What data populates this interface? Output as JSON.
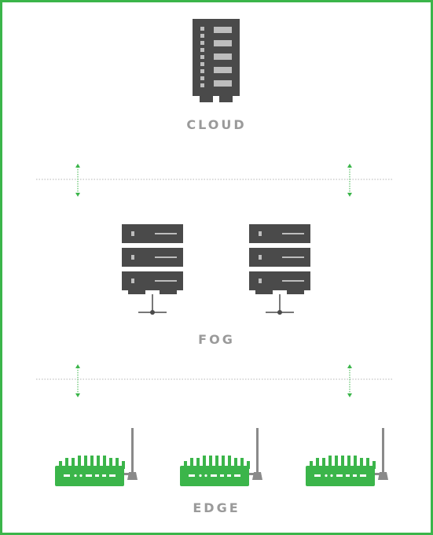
{
  "layers": {
    "cloud": {
      "label": "CLOUD"
    },
    "fog": {
      "label": "FOG"
    },
    "edge": {
      "label": "EDGE"
    }
  },
  "colors": {
    "frame": "#3bb54a",
    "server": "#4a4a4a",
    "device": "#3bb54a",
    "antenna": "#8a8a8a",
    "label": "#9a9a9a",
    "divider": "#b5b5b5",
    "arrow": "#3bb54a"
  },
  "icons": {
    "cloud": "cloud-server-rack-icon",
    "fog": "fog-server-stack-icon",
    "edge": "edge-gateway-device-icon",
    "link": "bidirectional-arrow-icon"
  }
}
